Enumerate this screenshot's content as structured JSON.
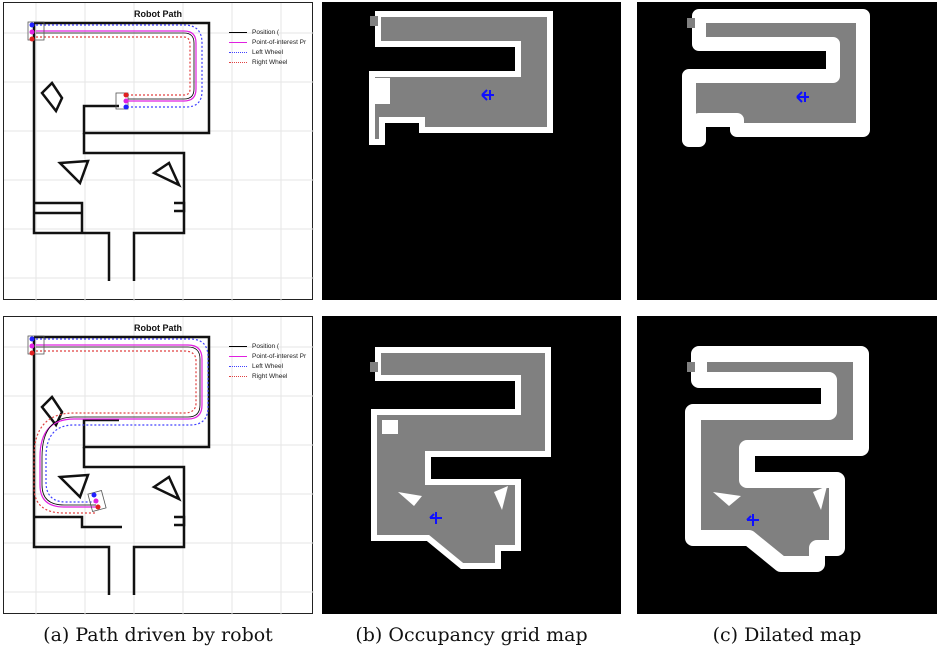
{
  "figure": {
    "rows": [
      {
        "path_plot": {
          "title": "Robot Path",
          "legend": [
            {
              "label": "Position (",
              "color": "#000000",
              "style": "solid"
            },
            {
              "label": "Point-of-interest Pr",
              "color": "#e020e0",
              "style": "solid"
            },
            {
              "label": "Left Wheel",
              "color": "#4040ff",
              "style": "dotted"
            },
            {
              "label": "Right Wheel",
              "color": "#e04040",
              "style": "dotted"
            }
          ]
        }
      },
      {
        "path_plot": {
          "title": "Robot Path",
          "legend": [
            {
              "label": "Position (",
              "color": "#000000",
              "style": "solid"
            },
            {
              "label": "Point-of-interest Pr",
              "color": "#e020e0",
              "style": "solid"
            },
            {
              "label": "Left Wheel",
              "color": "#4040ff",
              "style": "dotted"
            },
            {
              "label": "Right Wheel",
              "color": "#e04040",
              "style": "dotted"
            }
          ]
        }
      }
    ],
    "captions": {
      "a": "(a) Path driven by robot",
      "b": "(b) Occupancy grid map",
      "c": "(c) Dilated map"
    },
    "colors": {
      "free": "#808080",
      "occupied": "#ffffff",
      "unknown": "#000000",
      "robot_arrow": "#1010ff",
      "grid": "#e8e8e8",
      "wall": "#111111"
    }
  }
}
